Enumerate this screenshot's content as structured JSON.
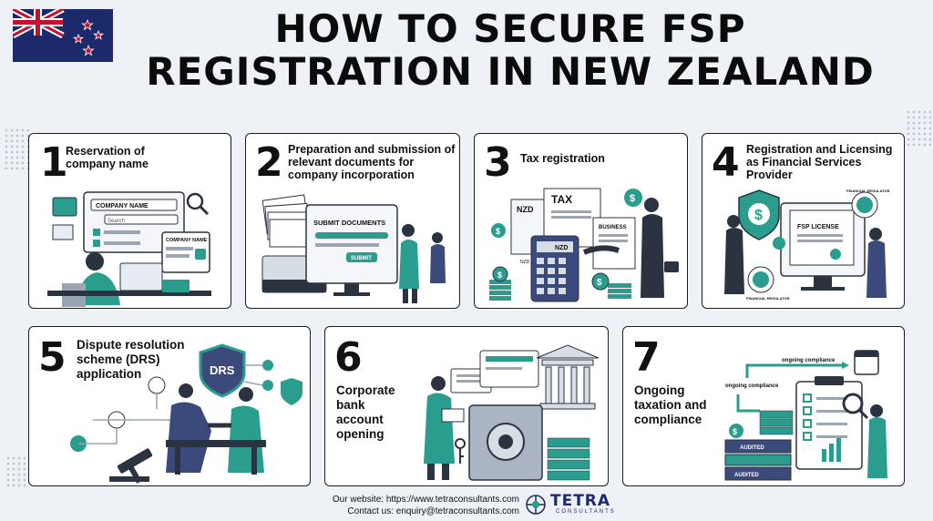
{
  "header": {
    "title_line1": "HOW TO SECURE FSP",
    "title_line2": "REGISTRATION IN NEW ZEALAND"
  },
  "steps": [
    {
      "number": "1",
      "label": "Reservation of company name",
      "art": {
        "field1": "COMPANY NAME",
        "field2": "Search",
        "panel": "COMPANY NAME"
      }
    },
    {
      "number": "2",
      "label": "Preparation and submission of relevant documents for company incorporation",
      "art": {
        "heading": "SUBMIT DOCUMENTS",
        "button": "SUBMIT"
      }
    },
    {
      "number": "3",
      "label": "Tax registration",
      "art": {
        "tax": "TAX",
        "nzd1": "NZD",
        "nzd2": "NZD",
        "nzd3": "NZD",
        "business": "BUSINESS"
      }
    },
    {
      "number": "4",
      "label": "Registration and Licensing as Financial Services Provider",
      "art": {
        "license": "FSP LICENSE",
        "seal": "FINANCIAL REGULATOR",
        "badge": "FINANCIAL REGULATOR"
      }
    },
    {
      "number": "5",
      "label": "Dispute resolution scheme (DRS) application",
      "art": {
        "shield": "DRS"
      }
    },
    {
      "number": "6",
      "label": "Corporate bank account opening",
      "art": {}
    },
    {
      "number": "7",
      "label": "Ongoing taxation and compliance",
      "art": {
        "flow1": "ongoing compliance",
        "flow2": "ongoing compliance",
        "book1": "AUDITED",
        "book2": "AUDITED"
      }
    }
  ],
  "footer": {
    "website": "Our website: https://www.tetraconsultants.com",
    "contact": "Contact us: enquiry@tetraconsultants.com",
    "logo_name": "TETRA",
    "logo_sub": "CONSULTANTS"
  },
  "colors": {
    "teal": "#2a9d8f",
    "navy": "#1c2a6b",
    "dark": "#2b3340"
  }
}
